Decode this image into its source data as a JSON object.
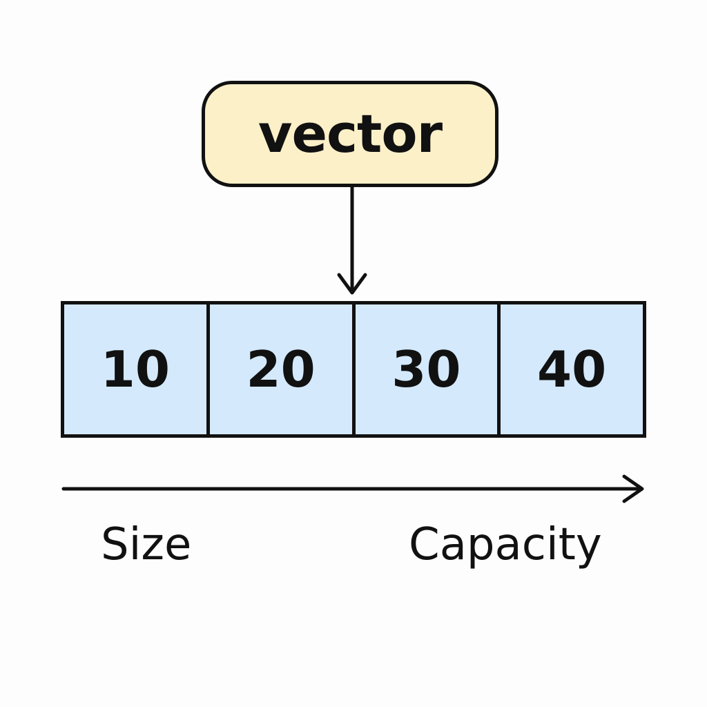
{
  "vector_label": "vector",
  "elements": [
    {
      "value": "10"
    },
    {
      "value": "20"
    },
    {
      "value": "30"
    },
    {
      "value": "40"
    }
  ],
  "axis": {
    "size_label": "Size",
    "capacity_label": "Capacity"
  },
  "colors": {
    "label_fill": "#fbf0c8",
    "cell_fill": "#d4e9fc",
    "stroke": "#111111",
    "background": "#fdfdfd"
  }
}
